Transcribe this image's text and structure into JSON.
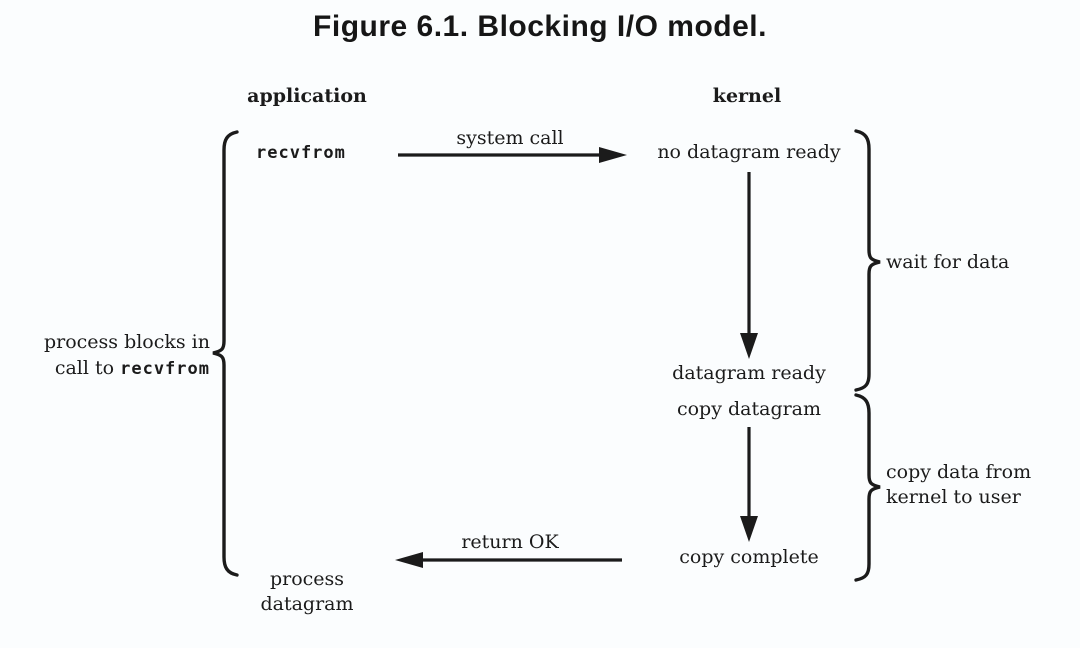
{
  "figure": {
    "title": "Figure 6.1. Blocking I/O model.",
    "columns": {
      "application": "application",
      "kernel": "kernel"
    },
    "application_side": {
      "recvfrom_call": "recvfrom",
      "blocking_note": {
        "line1": "process blocks in",
        "line2_prefix": "call to ",
        "line2_code": "recvfrom"
      },
      "process_datagram": {
        "line1": "process",
        "line2": "datagram"
      }
    },
    "kernel_side": {
      "no_datagram_ready": "no datagram ready",
      "datagram_ready": "datagram ready",
      "copy_datagram": "copy datagram",
      "copy_complete": "copy complete"
    },
    "transitions": {
      "system_call": "system call",
      "return_ok": "return OK"
    },
    "annotations": {
      "wait_for_data": "wait for data",
      "copy_data": {
        "line1": "copy data from",
        "line2": "kernel to user"
      }
    },
    "colors": {
      "ink": "#1b1b1b",
      "background": "#fbfdfe"
    }
  }
}
